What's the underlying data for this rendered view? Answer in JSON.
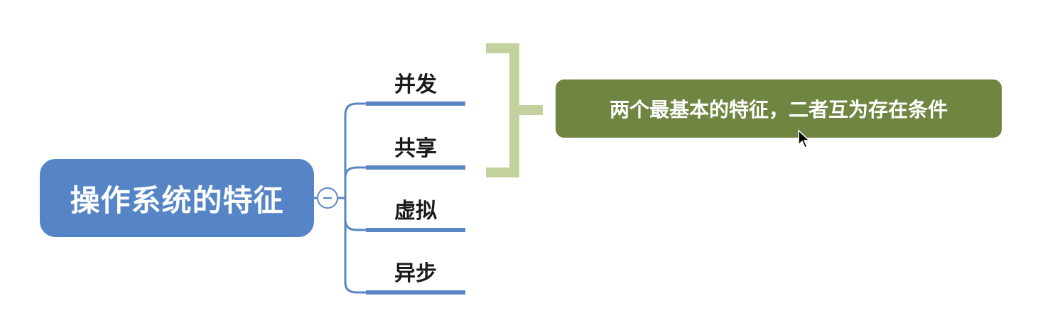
{
  "mindmap": {
    "root": {
      "label": "操作系统的特征"
    },
    "branches": [
      {
        "label": "并发"
      },
      {
        "label": "共享"
      },
      {
        "label": "虚拟"
      },
      {
        "label": "异步"
      }
    ],
    "summary": {
      "label": "两个最基本的特征，二者互为存在条件",
      "groups": [
        "并发",
        "共享"
      ]
    }
  },
  "colors": {
    "root_fill": "#5585c6",
    "branch_line": "#5a86c4",
    "bracket": "#c2d19e",
    "note_fill": "#708541",
    "text_dark": "#1a1a1a",
    "text_light": "#ffffff"
  },
  "icons": {
    "collapse": "minus-circle-icon",
    "cursor": "mouse-pointer-icon"
  }
}
